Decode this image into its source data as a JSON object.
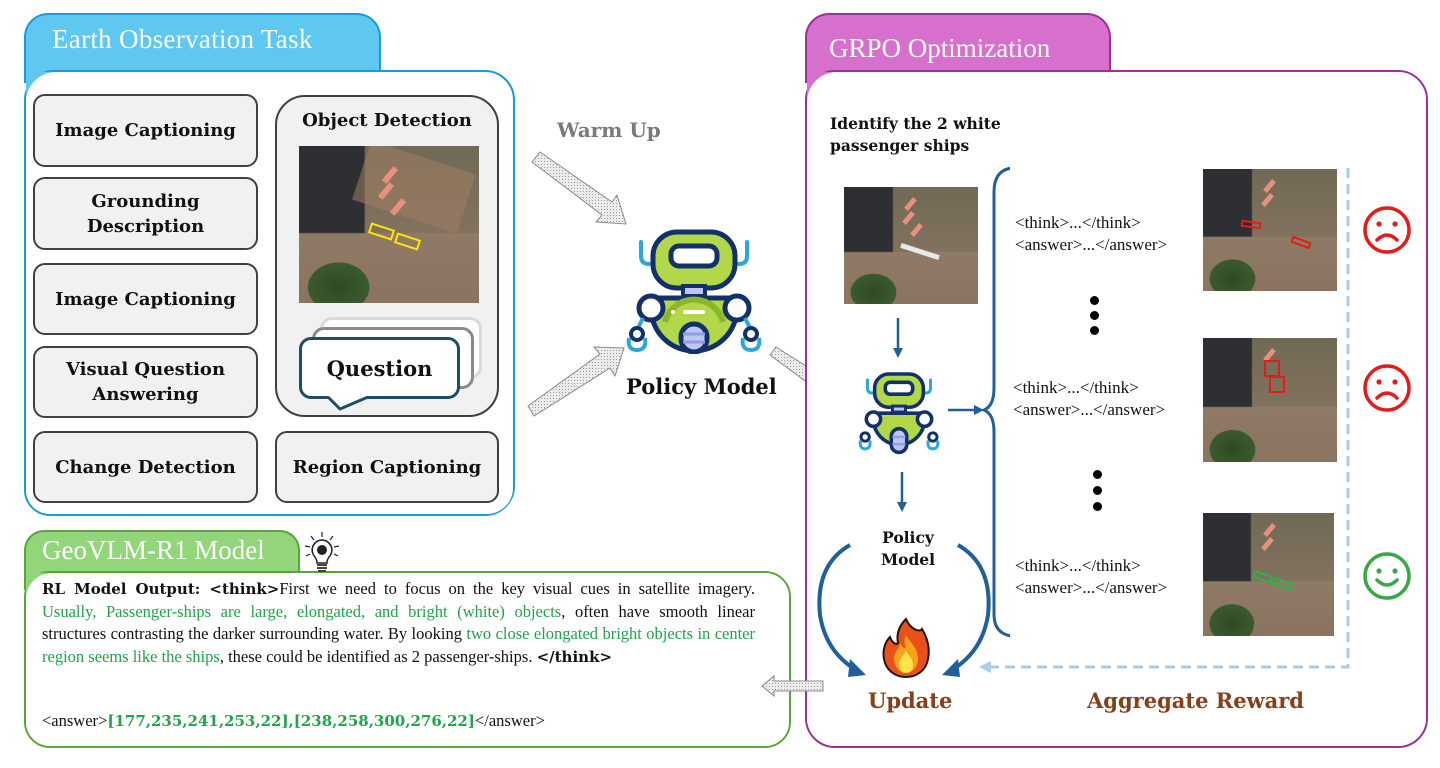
{
  "earth_observation": {
    "title": "Earth Observation Task",
    "tasks": [
      {
        "label": "Image Captioning"
      },
      {
        "label": "Grounding Description"
      },
      {
        "label": "Image Captioning"
      },
      {
        "label": "Visual Question Answering"
      },
      {
        "label": "Change Detection"
      },
      {
        "label": "Region Captioning"
      }
    ],
    "object_detection": {
      "title": "Object Detection",
      "bbox_color": "#ffe600",
      "question_label": "Question"
    }
  },
  "center": {
    "warm_up_label": "Warm Up",
    "policy_model_label": "Policy Model"
  },
  "grpo": {
    "title": "GRPO Optimization",
    "question": "Identify the 2 white passenger ships",
    "policy_model_label": "Policy Model",
    "update_label": "Update",
    "aggregate_reward_label": "Aggregate Reward",
    "responses": [
      {
        "think": "<think>...</think>",
        "answer": "<answer>...</answer>",
        "reward": "sad",
        "bbox_color": "#e31b1b"
      },
      {
        "think": "<think>...</think>",
        "answer": "<answer>...</answer>",
        "reward": "sad",
        "bbox_color": "#e31b1b"
      },
      {
        "think": "<think>...</think>",
        "answer": "<answer>...</answer>",
        "reward": "happy",
        "bbox_color": "#2fb24a"
      }
    ],
    "colors": {
      "sad": "#e31b1b",
      "happy": "#3aa745",
      "accent": "#9c2f98"
    }
  },
  "geovlm": {
    "title": "GeoVLM-R1 Model",
    "output_prefix": "RL Model Output: ",
    "think_open": "<think>",
    "think_close": "</think>",
    "text_segments": [
      {
        "text": "First we need to focus on the key visual cues in satellite imagery. ",
        "highlight": false
      },
      {
        "text": "Usually, Passenger-ships are large, elongated, and bright (white) objects",
        "highlight": true
      },
      {
        "text": ", often have smooth linear structures contrasting the darker surrounding water. By looking ",
        "highlight": false
      },
      {
        "text": "two close elongated bright objects in center region seems like the ships",
        "highlight": true
      },
      {
        "text": ", these could be identified as 2 passenger-ships. ",
        "highlight": false
      }
    ],
    "answer_open": "<answer>",
    "answer_value": "[177,235,241,253,22],[238,258,300,276,22]",
    "answer_close": "</answer>",
    "highlight_color": "#22a34a"
  }
}
